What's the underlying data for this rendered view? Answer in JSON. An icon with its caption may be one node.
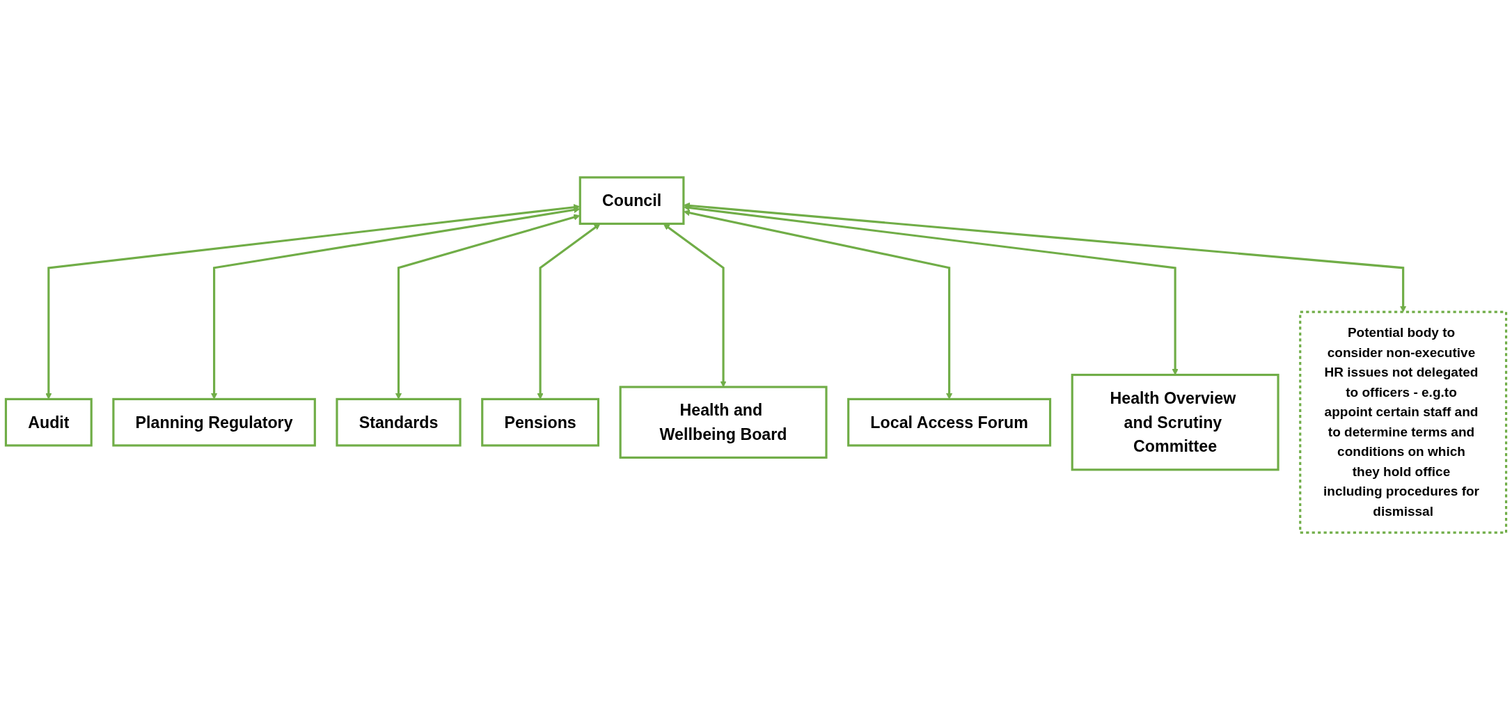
{
  "diagram": {
    "nodes": [
      {
        "text": [
          "Council"
        ]
      },
      {
        "text": [
          "Audit"
        ]
      },
      {
        "text": [
          "Planning Regulatory"
        ]
      },
      {
        "text": [
          "Standards"
        ]
      },
      {
        "text": [
          "Pensions"
        ]
      },
      {
        "text": [
          "Health and Wellbeing Board"
        ]
      },
      {
        "text": [
          "Local Access Forum"
        ]
      },
      {
        "text": [
          "Health Overview and Scrutiny Committee"
        ]
      },
      {
        "text": [
          "Potential body to consider non-executive HR issues not delegated to officers - e.g.to appoint certain staff and to determine terms and conditions on which they hold office including procedures for dismissal"
        ]
      }
    ],
    "edges": [
      {
        "from": 0,
        "to": 1,
        "arrow": "both"
      },
      {
        "from": 0,
        "to": 2,
        "arrow": "both"
      },
      {
        "from": 0,
        "to": 3,
        "arrow": "both"
      },
      {
        "from": 0,
        "to": 4,
        "arrow": "both"
      },
      {
        "from": 0,
        "to": 5,
        "arrow": "both"
      },
      {
        "from": 0,
        "to": 6,
        "arrow": "both"
      },
      {
        "from": 0,
        "to": 7,
        "arrow": "both"
      },
      {
        "from": 0,
        "to": 8,
        "arrow": "both"
      }
    ]
  }
}
